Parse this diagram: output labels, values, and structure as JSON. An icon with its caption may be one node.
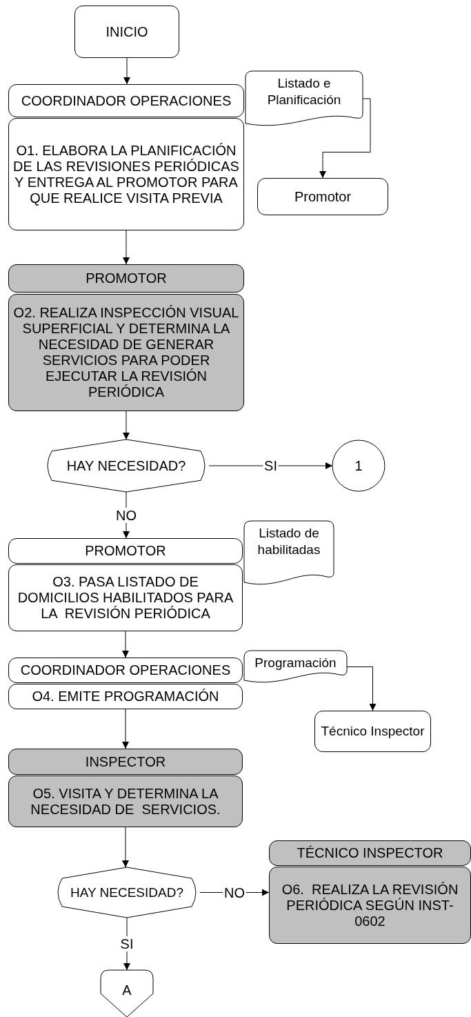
{
  "diagram": {
    "nodes": [
      {
        "text": [
          "INICIO"
        ]
      },
      {
        "text": [
          "COORDINADOR OPERACIONES"
        ]
      },
      {
        "text": [
          "O1. ELABORA LA PLANIFICACIÓN DE LAS REVISIONES PERIÓDICAS Y ENTREGA AL PROMOTOR PARA QUE REALICE VISITA PREVIA"
        ]
      },
      {
        "text": [
          "Listado e Planificación"
        ]
      },
      {
        "text": [
          "Promotor"
        ]
      },
      {
        "text": [
          "PROMOTOR"
        ]
      },
      {
        "text": [
          "O2. REALIZA INSPECCIÓN VISUAL SUPERFICIAL Y DETERMINA LA NECESIDAD DE GENERAR SERVICIOS PARA PODER EJECUTAR LA REVISIÓN PERIÓDICA"
        ]
      },
      {
        "text": [
          "HAY NECESIDAD?"
        ]
      },
      {
        "text": [
          "1"
        ]
      },
      {
        "text": [
          "PROMOTOR"
        ]
      },
      {
        "text": [
          "O3. PASA LISTADO DE DOMICILIOS HABILITADOS PARA LA  REVISIÓN PERIÓDICA"
        ]
      },
      {
        "text": [
          "Listado de habilitadas"
        ]
      },
      {
        "text": [
          "COORDINADOR OPERACIONES"
        ]
      },
      {
        "text": [
          "O4. EMITE PROGRAMACIÓN"
        ]
      },
      {
        "text": [
          "Programación"
        ]
      },
      {
        "text": [
          "Técnico Inspector"
        ]
      },
      {
        "text": [
          "INSPECTOR"
        ]
      },
      {
        "text": [
          "O5. VISITA Y DETERMINA LA NECESIDAD DE  SERVICIOS."
        ]
      },
      {
        "text": [
          "HAY NECESIDAD?"
        ]
      },
      {
        "text": [
          "TÉCNICO INSPECTOR"
        ]
      },
      {
        "text": [
          "O6.  REALIZA LA REVISIÓN PERIÓDICA SEGÚN INST-0602"
        ]
      },
      {
        "text": [
          "A"
        ]
      }
    ],
    "edges": [
      {
        "from": 0,
        "to": 1,
        "arrow": "to"
      },
      {
        "from": 2,
        "to": 5,
        "arrow": "to"
      },
      {
        "from": 3,
        "to": 4,
        "arrow": "to"
      },
      {
        "from": 6,
        "to": 7,
        "arrow": "to"
      },
      {
        "from": 7,
        "to": 8,
        "arrow": "to",
        "label": "SI"
      },
      {
        "from": 7,
        "to": 9,
        "arrow": "to",
        "label": "NO"
      },
      {
        "from": 10,
        "to": 12,
        "arrow": "to"
      },
      {
        "from": 14,
        "to": 15,
        "arrow": "to"
      },
      {
        "from": 13,
        "to": 16,
        "arrow": "to"
      },
      {
        "from": 17,
        "to": 18,
        "arrow": "to"
      },
      {
        "from": 18,
        "to": 20,
        "arrow": "to",
        "label": "NO"
      },
      {
        "from": 18,
        "to": 21,
        "arrow": "to",
        "label": "SI"
      }
    ]
  }
}
